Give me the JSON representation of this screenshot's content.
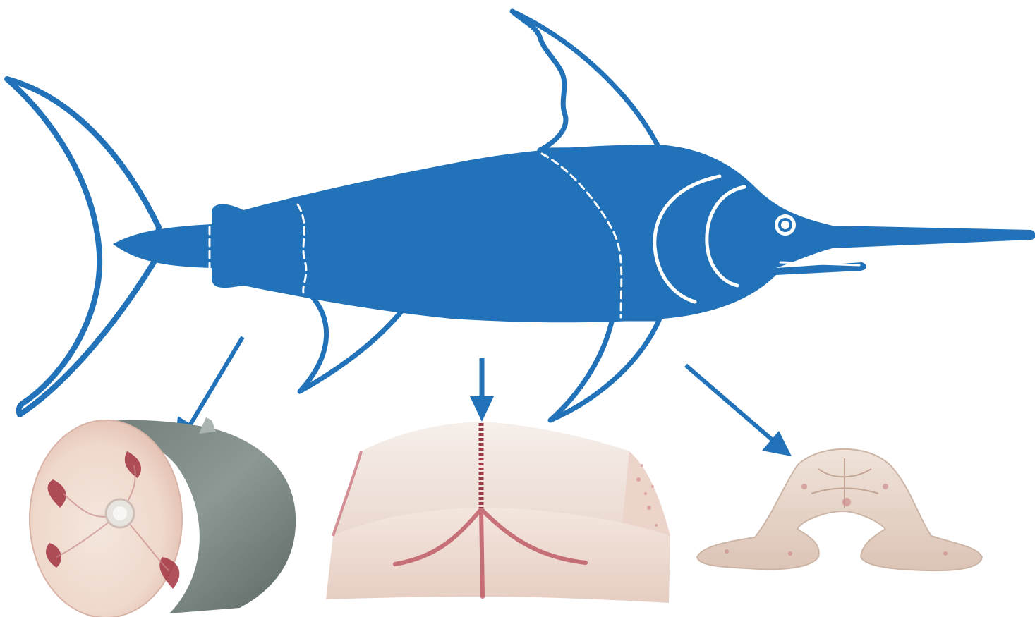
{
  "diagram": {
    "subject": "swordfish-cutting-diagram",
    "colors": {
      "fish_body": "#2172b8",
      "outline": "#2172b8",
      "arrow": "#2172b8",
      "cut_line": "#ffffff",
      "background": "#ffffff",
      "steak_flesh": "#f1dfd5",
      "steak_bloodline": "#a2323f",
      "steak_skin": "#7d8a85",
      "loin_flesh": "#f3e8e2",
      "loin_streak": "#b94b59",
      "head_flesh": "#eedcd0"
    },
    "cut_sections": [
      "tail",
      "loin",
      "head"
    ],
    "arrows": [
      {
        "from": "tail-section",
        "to": "steak-photo"
      },
      {
        "from": "loin-section",
        "to": "loin-photo"
      },
      {
        "from": "head-section",
        "to": "head-photo"
      }
    ],
    "photos": [
      {
        "name": "steak-photo",
        "icon": "swordfish-steak-icon"
      },
      {
        "name": "loin-photo",
        "icon": "swordfish-loin-icon"
      },
      {
        "name": "head-photo",
        "icon": "swordfish-head-cut-icon"
      }
    ]
  }
}
